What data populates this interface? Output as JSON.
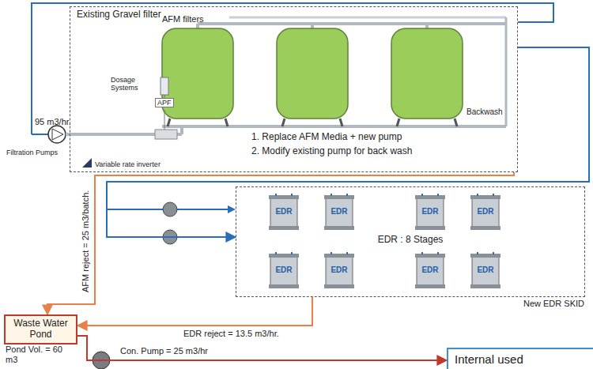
{
  "diagram": {
    "nodes": [
      {
        "text": [
          "Existing Gravel filter"
        ]
      },
      {
        "text": [
          "EDR : 8 Stages",
          "New EDR SKID"
        ]
      },
      {
        "text": [
          "EDR"
        ],
        "in": 1
      },
      {
        "text": [
          "EDR"
        ],
        "in": 1
      },
      {
        "text": [
          "EDR"
        ],
        "in": 1
      },
      {
        "text": [
          "EDR"
        ],
        "in": 1
      },
      {
        "text": [
          "EDR"
        ],
        "in": 1
      },
      {
        "text": [
          "EDR"
        ],
        "in": 1
      },
      {
        "text": [
          "EDR"
        ],
        "in": 1
      },
      {
        "text": [
          "EDR"
        ],
        "in": 1
      },
      {
        "text": [
          "Waste Water Pond",
          "Pond Vol. = 60 m3"
        ]
      },
      {
        "text": [
          "Internal used"
        ]
      }
    ],
    "edges": [
      {
        "from": 0,
        "to": 1,
        "arrow": "to"
      },
      {
        "from": 0,
        "to": 10,
        "arrow": "to",
        "label": "AFM reject = 25 m3/batch."
      },
      {
        "from": 1,
        "to": 10,
        "arrow": "to",
        "label": "EDR reject = 13.5 m3/hr."
      },
      {
        "from": 10,
        "to": 11,
        "arrow": "to",
        "label": "Con. Pump = 25 m3/hr"
      }
    ],
    "labels": [
      "AFM filters",
      "Dosage Systems",
      "95 m3/hr.",
      "APF",
      "Filtration Pumps",
      "Variable rate inverter",
      "Backwash",
      "1. Replace AFM Media + new pump",
      "2. Modify existing pump for back wash"
    ]
  }
}
